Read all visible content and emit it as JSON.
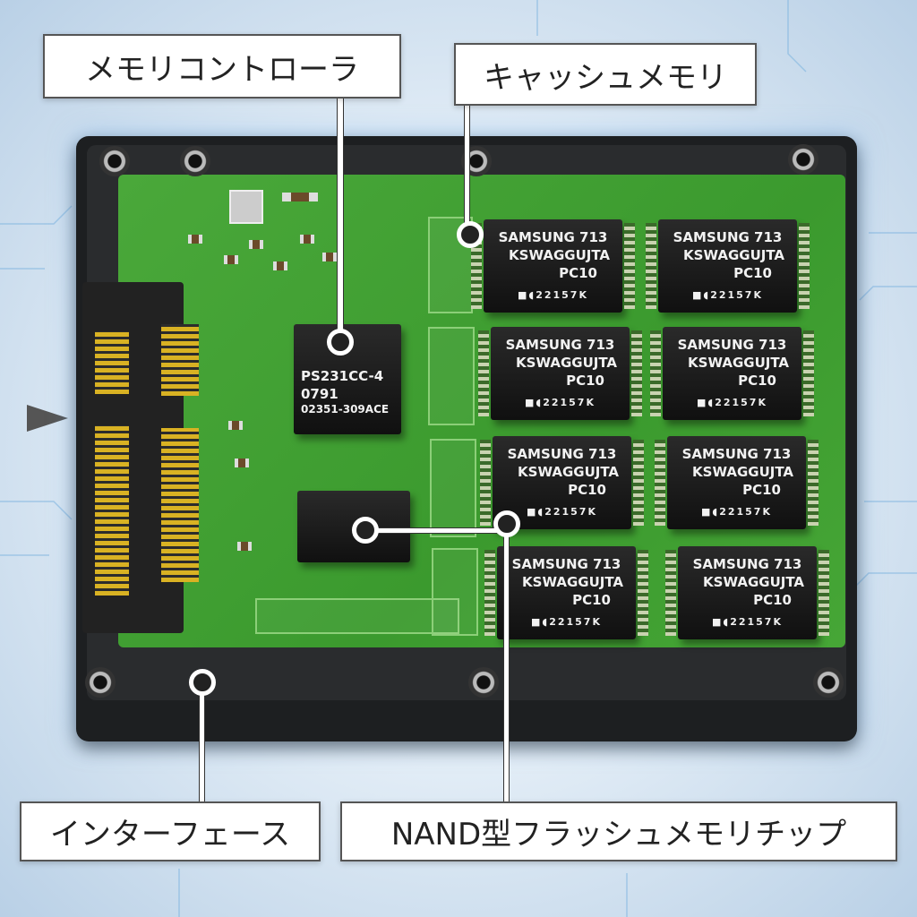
{
  "labels": {
    "controller": "メモリコントローラ",
    "cache": "キャッシュメモリ",
    "interface": "インターフェース",
    "nand": "NAND型フラッシュメモリチップ"
  },
  "controller_chip": {
    "line1": "PS231CC-4",
    "line2": "0791",
    "line3": "02351-309ACE"
  },
  "nand_chips": [
    {
      "line1": "SAMSUNG 713",
      "line2": "KSWAGGUJTA",
      "line3": "PC10",
      "line4": "■◖22157K"
    },
    {
      "line1": "SAMSUNG 713",
      "line2": "KSWAGGUJTA",
      "line3": "PC10",
      "line4": "■◖22157K"
    },
    {
      "line1": "SAMSUNG 713",
      "line2": "KSWAGGUJTA",
      "line3": "PC10",
      "line4": "■◖22157K"
    },
    {
      "line1": "SAMSUNG 713",
      "line2": "KSWAGGUJTA",
      "line3": "PC10",
      "line4": "■◖22157K"
    },
    {
      "line1": "SAMSUNG 713",
      "line2": "KSWAGGUJTA",
      "line3": "PC10",
      "line4": "■◖22157K"
    },
    {
      "line1": "SAMSUNG 713",
      "line2": "KSWAGGUJTA",
      "line3": "PC10",
      "line4": "■◖22157K"
    },
    {
      "line1": "SAMSUNG 713",
      "line2": "KSWAGGUJTA",
      "line3": "PC10",
      "line4": "■◖22157K"
    },
    {
      "line1": "SAMSUNG 713",
      "line2": "KSWAGGUJTA",
      "line3": "PC10",
      "line4": "■◖22157K"
    }
  ]
}
